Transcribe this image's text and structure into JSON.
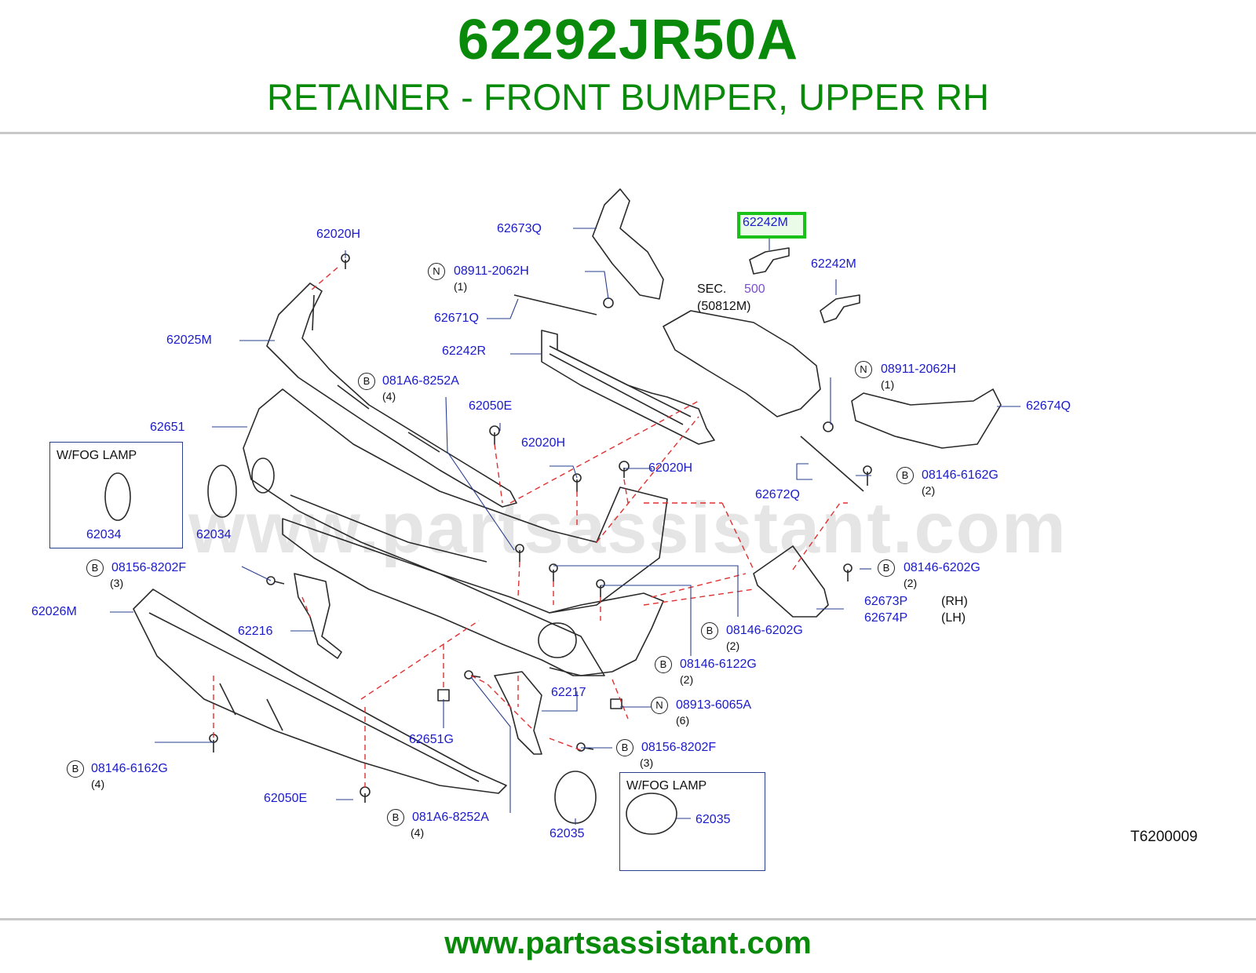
{
  "header": {
    "part_number": "62292JR50A",
    "description": "RETAINER - FRONT BUMPER, UPPER RH"
  },
  "footer": {
    "url": "www.partsassistant.com"
  },
  "diagram": {
    "watermark": "www.partsassistant.com",
    "reference_code": "T6200009",
    "sec_label": "SEC.",
    "sec_number": "500",
    "sec_part": "(50812M)",
    "highlighted_part": "62242M",
    "fog_lamp_title": "W/FOG   LAMP",
    "badge_b": "B",
    "badge_n": "N",
    "labels": {
      "p62020H_a": "62020H",
      "p62673Q": "62673Q",
      "p62242M_hl": "62242M",
      "p62242M_b": "62242M",
      "p08911_a": "08911-2062H",
      "q08911_a": "(1)",
      "p62671Q": "62671Q",
      "p62025M": "62025M",
      "p62242R": "62242R",
      "p08911_b": "08911-2062H",
      "q08911_b": "(1)",
      "p081A6_a": "081A6-8252A",
      "q081A6_a": "(4)",
      "p62674Q": "62674Q",
      "p62050E_a": "62050E",
      "p62651": "62651",
      "p62020H_b": "62020H",
      "p62020H_c": "62020H",
      "p08146_6162G_a": "08146-6162G",
      "q08146_6162G_a": "(2)",
      "p62672Q": "62672Q",
      "p62034_box": "62034",
      "p62034": "62034",
      "p08156_a": "08156-8202F",
      "q08156_a": "(3)",
      "p08146_6202G_a": "08146-6202G",
      "q08146_6202G_a": "(2)",
      "p62673P": "62673P",
      "p62673P_side": "(RH)",
      "p62674P": "62674P",
      "p62674P_side": "(LH)",
      "p62026M": "62026M",
      "p62216": "62216",
      "p08146_6202G_b": "08146-6202G",
      "q08146_6202G_b": "(2)",
      "p08146_6122G": "08146-6122G",
      "q08146_6122G": "(2)",
      "p62217": "62217",
      "p08913": "08913-6065A",
      "q08913": "(6)",
      "p62651G": "62651G",
      "p08156_b": "08156-8202F",
      "q08156_b": "(3)",
      "p08146_6162G_b": "08146-6162G",
      "q08146_6162G_b": "(4)",
      "p62050E_b": "62050E",
      "p081A6_b": "081A6-8252A",
      "q081A6_b": "(4)",
      "p62035": "62035",
      "p62035_box": "62035"
    }
  },
  "colors": {
    "title_green": "#0a8a0a",
    "label_blue": "#1a1acc",
    "highlight_green": "#19c219",
    "sec_purple": "#7a4fd0",
    "dash_red": "#e03030",
    "leader_blue": "#2a3f8f"
  }
}
